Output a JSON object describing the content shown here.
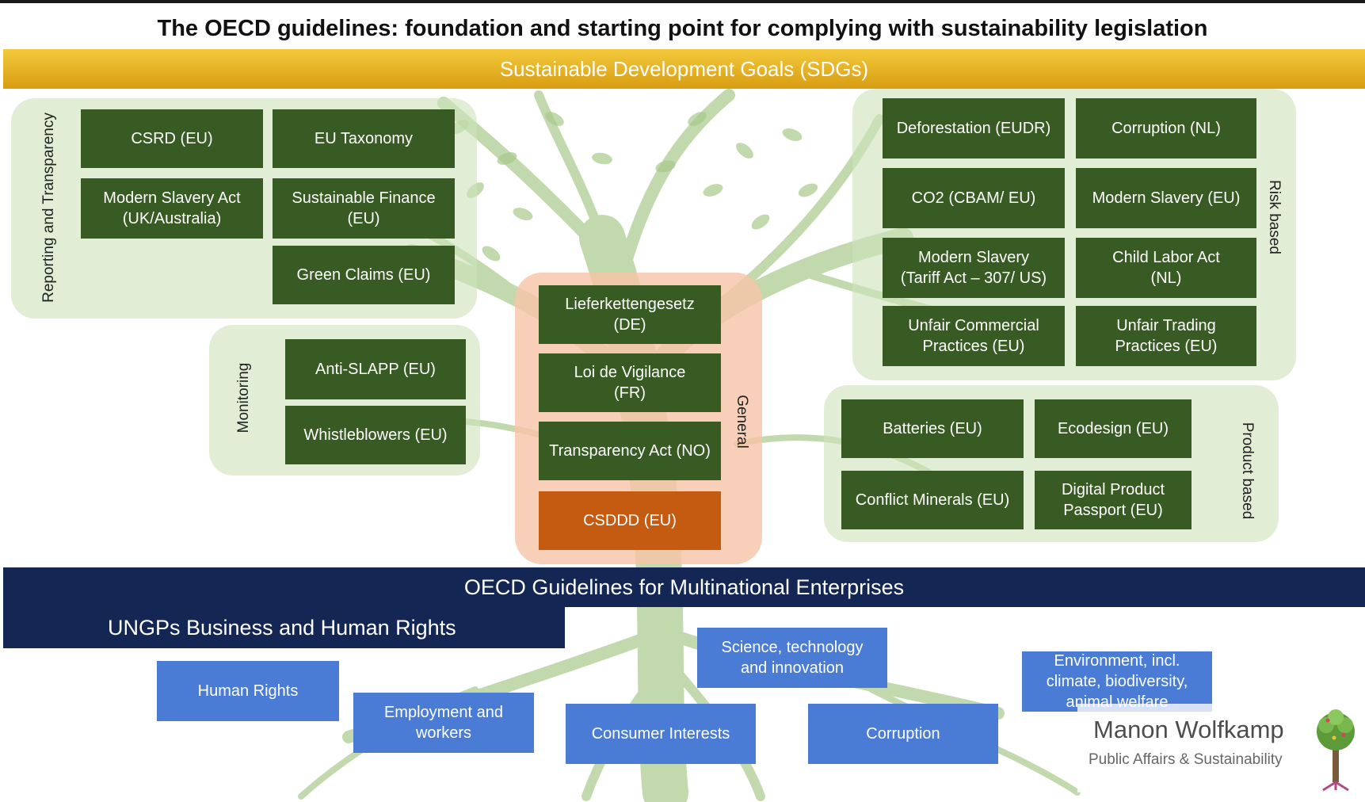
{
  "title": "The OECD guidelines: foundation and starting point for complying with sustainability legislation",
  "sdg_banner": "Sustainable Development Goals (SDGs)",
  "colors": {
    "green_box": "#375b22",
    "orange_box": "#c55a11",
    "blue_box": "#4a7cd6",
    "navy_bar": "#142754",
    "sdg_gold": "#e3b223",
    "panel_green": "#cde2b9",
    "panel_peach": "#f7c6aa"
  },
  "groups": {
    "reporting": {
      "label": "Reporting and Transparency",
      "items": [
        "CSRD (EU)",
        "EU Taxonomy",
        "Modern Slavery Act\n(UK/Australia)",
        "Sustainable Finance\n(EU)",
        "Green Claims (EU)"
      ]
    },
    "monitoring": {
      "label": "Monitoring",
      "items": [
        "Anti-SLAPP (EU)",
        "Whistleblowers (EU)"
      ]
    },
    "general": {
      "label": "General",
      "items": [
        "Lieferkettengesetz\n(DE)",
        "Loi de Vigilance\n(FR)",
        "Transparency Act (NO)",
        "CSDDD (EU)"
      ]
    },
    "risk": {
      "label": "Risk based",
      "items": [
        "Deforestation (EUDR)",
        "Corruption (NL)",
        "CO2 (CBAM/ EU)",
        "Modern Slavery (EU)",
        "Modern Slavery\n(Tariff Act – 307/ US)",
        "Child Labor Act\n(NL)",
        "Unfair Commercial\nPractices (EU)",
        "Unfair Trading\nPractices (EU)"
      ]
    },
    "product": {
      "label": "Product based",
      "items": [
        "Batteries (EU)",
        "Ecodesign (EU)",
        "Conflict Minerals (EU)",
        "Digital Product\nPassport (EU)"
      ]
    }
  },
  "oecd_bar": "OECD Guidelines for Multinational Enterprises",
  "ungp_bar": "UNGPs Business and Human Rights",
  "themes": [
    "Human Rights",
    "Employment and\nworkers",
    "Consumer Interests",
    "Science, technology\nand innovation",
    "Corruption",
    "Environment, incl.\nclimate, biodiversity,\nanimal welfare"
  ],
  "logo": {
    "name": "Manon Wolfkamp",
    "subtitle": "Public Affairs & Sustainability"
  }
}
